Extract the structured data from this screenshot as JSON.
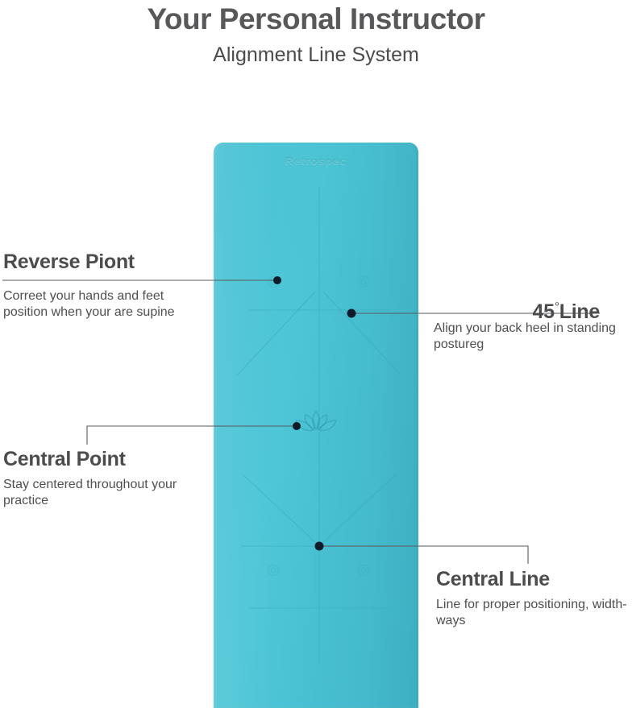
{
  "header": {
    "title": "Your Personal Instructor",
    "subtitle": "Alignment Line System"
  },
  "product": {
    "name": "yoga-mat",
    "logo_text": "Retrospec",
    "mat_color": "#46c0d2",
    "line_color": "#3aa9bb",
    "emblem": "lotus"
  },
  "callouts": {
    "reverse_point": {
      "title": "Reverse Piont",
      "body": "Correet your hands and feet position when your are supine"
    },
    "central_point": {
      "title": "Central Point",
      "body": "Stay centered throughout your practice"
    },
    "forty_five_line": {
      "title_number": "45",
      "title_degree": "°",
      "title_word": "Line",
      "body": "Align your back heel in standing postureg"
    },
    "central_line": {
      "title": "Central Line",
      "body": "Line for proper positioning, width-ways"
    }
  },
  "colors": {
    "heading_text": "#4c4c4e",
    "body_text": "#4f4f51",
    "leader_line": "#5a5a5c",
    "dot": "#0d1b2a",
    "background": "#ffffff"
  }
}
